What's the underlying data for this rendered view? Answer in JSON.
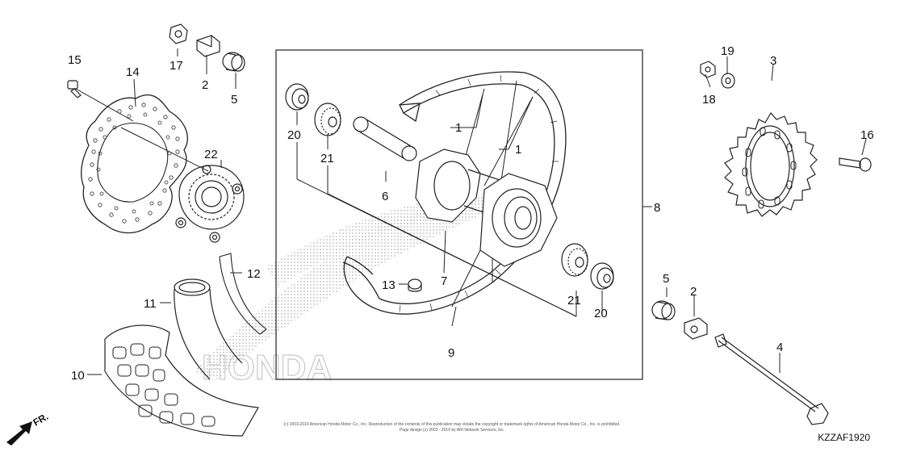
{
  "diagram": {
    "code": "KZZAF1920",
    "direction_label": "FR.",
    "watermark_text": "HONDA",
    "copyright": [
      "(c) 2003-2019 American Honda Motor Co., Inc. Reproduction of the contents of this publication may violate the copyright or trademark rights of American Honda Motor Co., Inc. is prohibited.",
      "Page design (c) 2003 - 2019 by ARI Network Services, Inc."
    ],
    "callouts": [
      "1",
      "1",
      "2",
      "2",
      "3",
      "4",
      "5",
      "5",
      "6",
      "7",
      "8",
      "9",
      "10",
      "11",
      "12",
      "13",
      "14",
      "15",
      "16",
      "17",
      "18",
      "19",
      "20",
      "20",
      "21",
      "21",
      "22"
    ]
  }
}
